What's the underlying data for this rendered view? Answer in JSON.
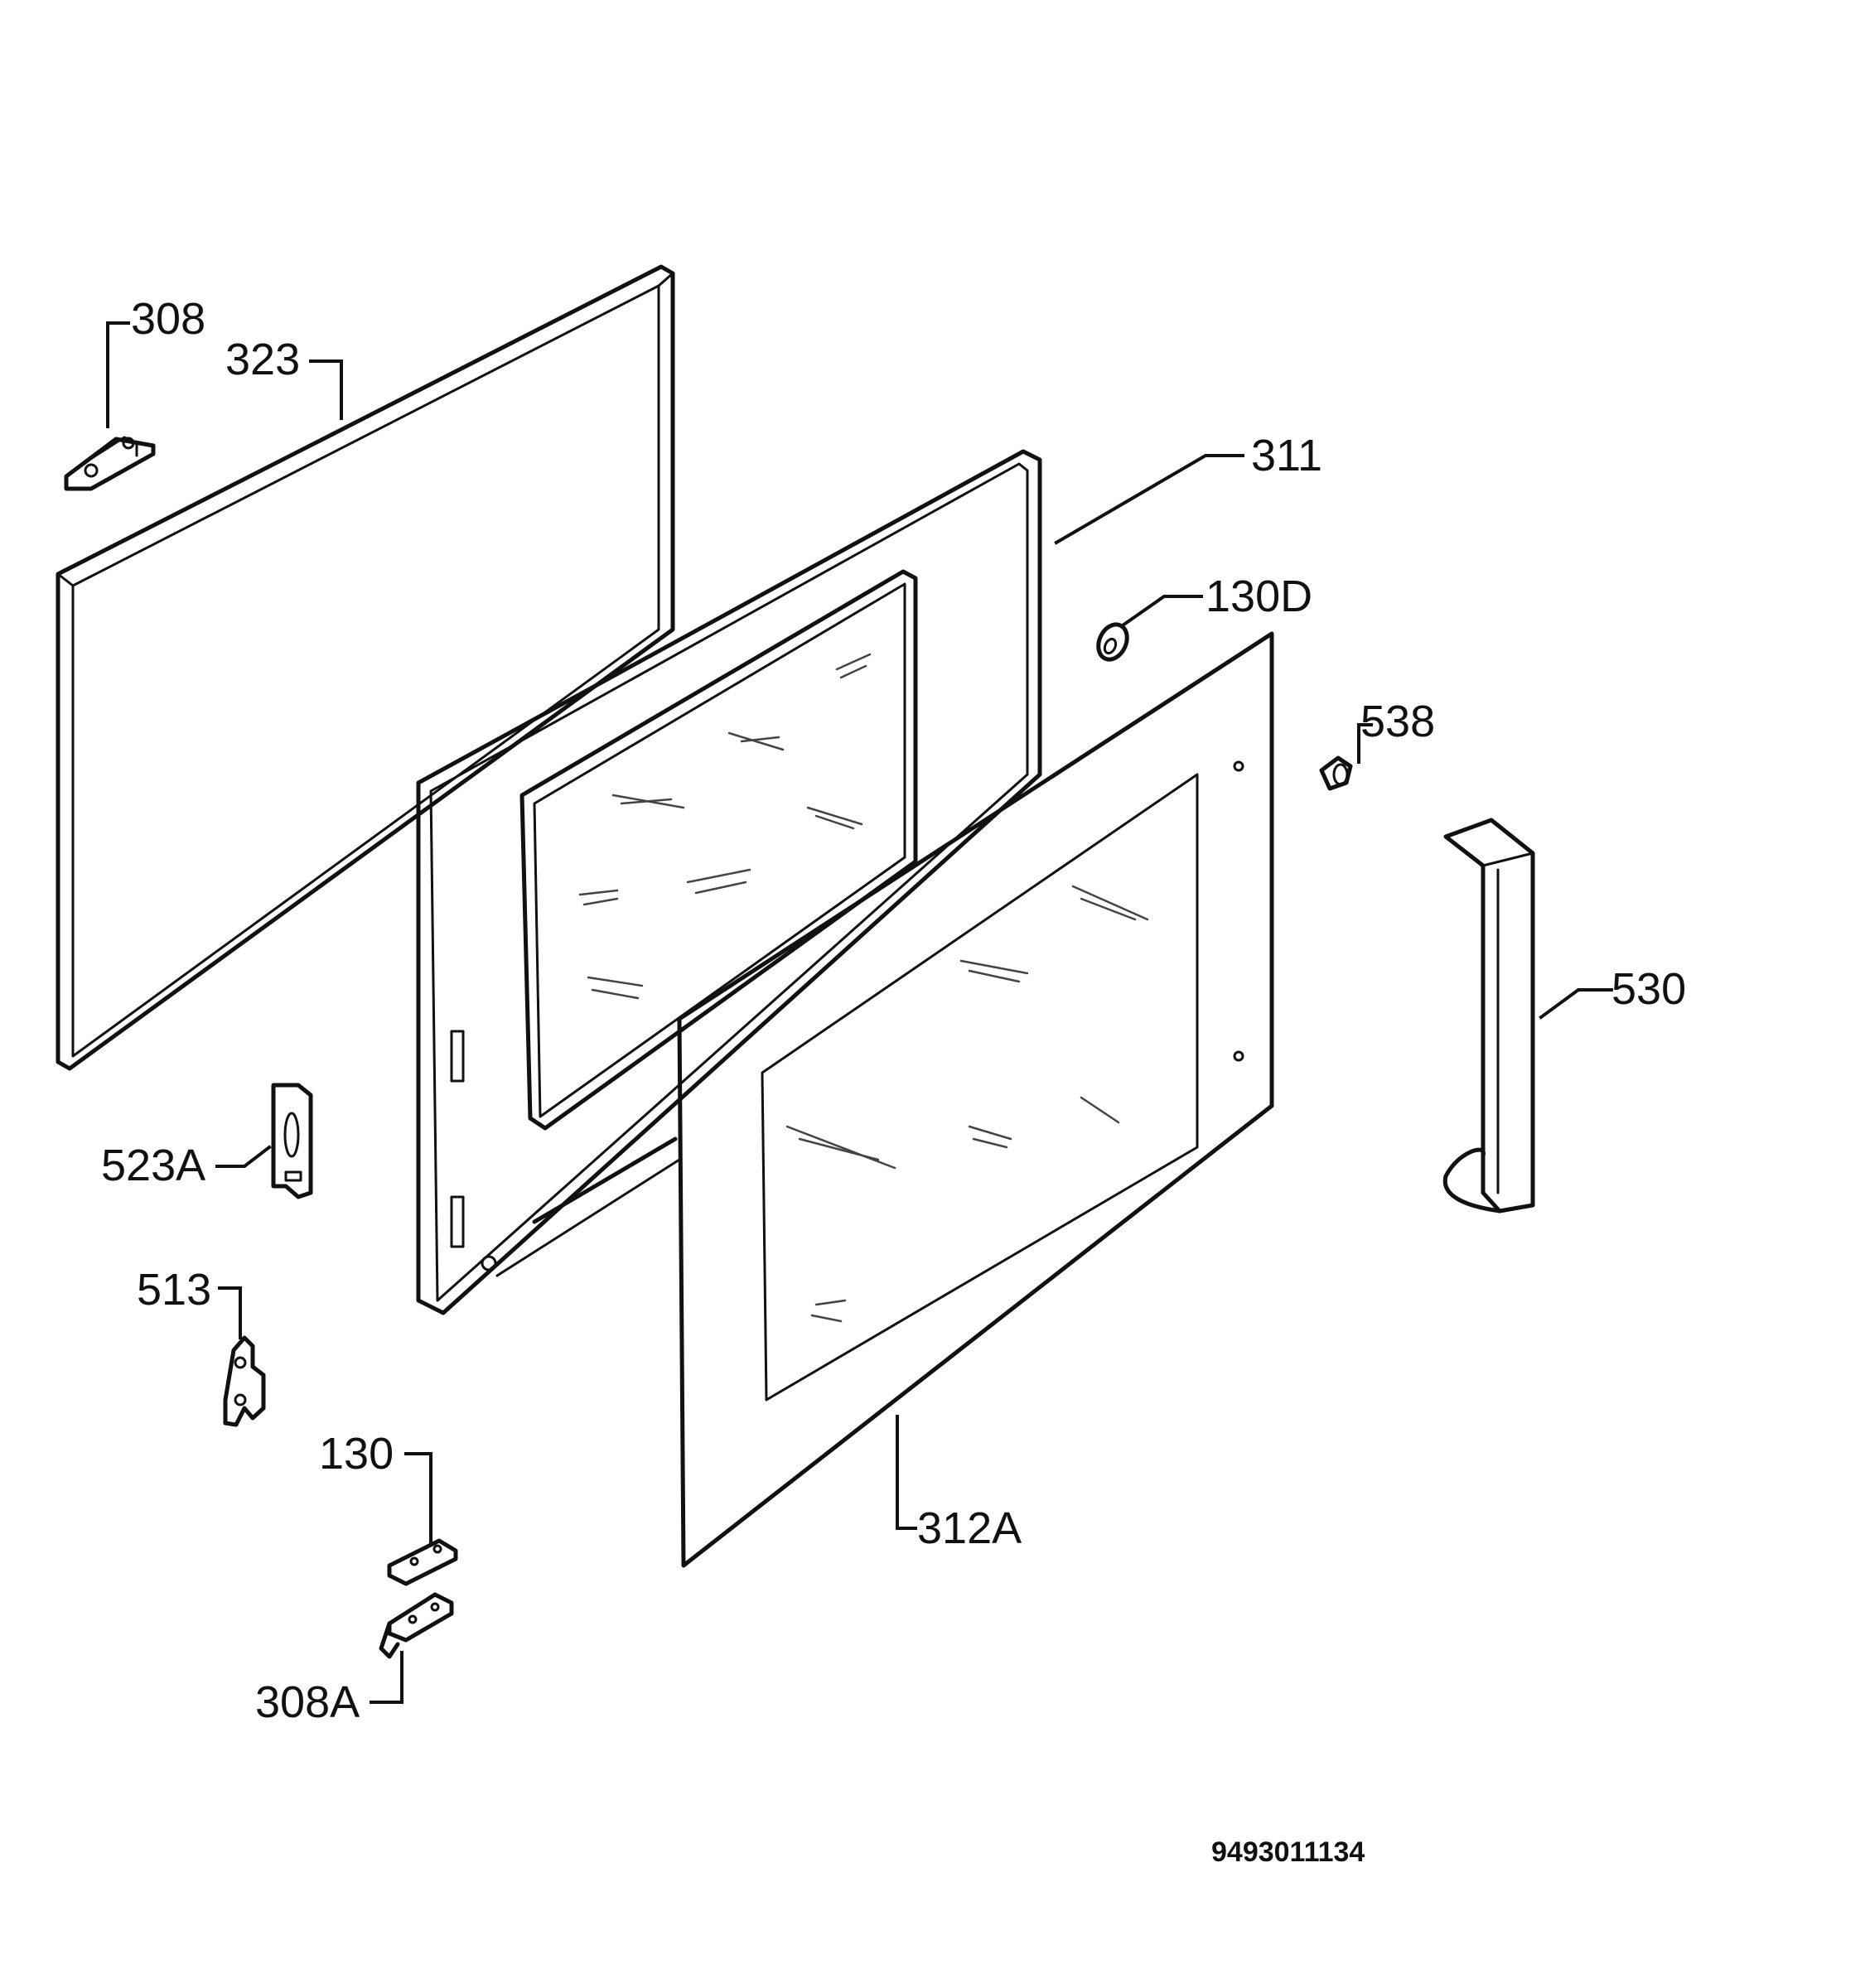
{
  "diagram": {
    "type": "exploded parts diagram",
    "callouts": {
      "p308": "308",
      "p323": "323",
      "p311": "311",
      "p130d": "130D",
      "p538": "538",
      "p530": "530",
      "p523a": "523A",
      "p513": "513",
      "p130": "130",
      "p308a": "308A",
      "p312a": "312A"
    },
    "document_number": "9493011134"
  },
  "colors": {
    "line": "#111111",
    "background": "#ffffff"
  }
}
